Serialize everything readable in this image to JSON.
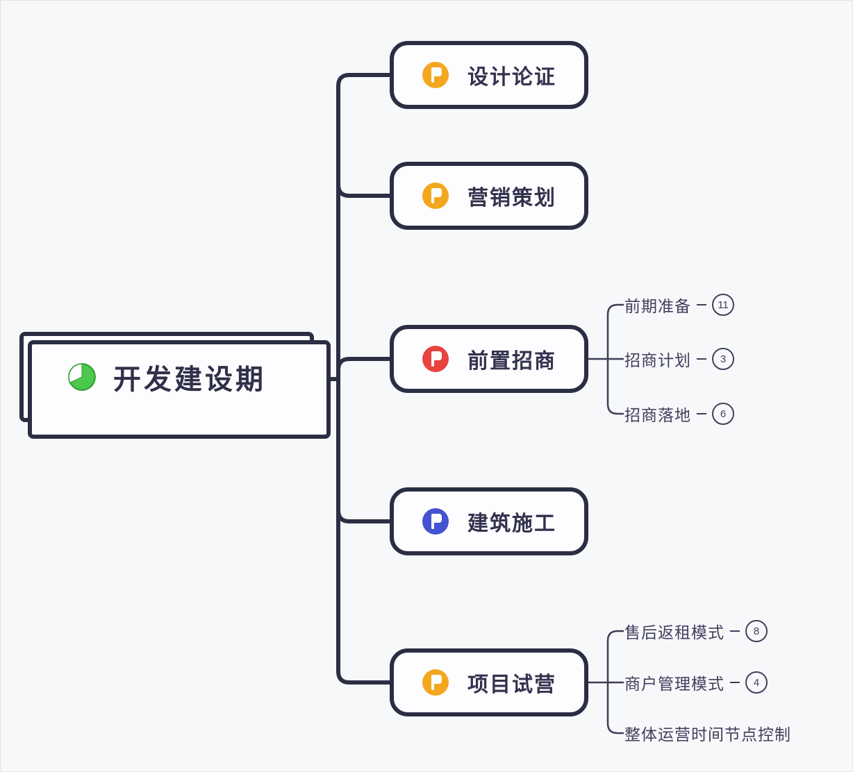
{
  "root": {
    "label": "开发建设期",
    "icon": "pie-chart-icon",
    "pie_color": "#4cc84c"
  },
  "branches": [
    {
      "label": "设计论证",
      "icon": "flag-icon",
      "flag_color": "#f2a71f",
      "children": []
    },
    {
      "label": "营销策划",
      "icon": "flag-icon",
      "flag_color": "#f2a71f",
      "children": []
    },
    {
      "label": "前置招商",
      "icon": "flag-icon",
      "flag_color": "#e8433e",
      "children": [
        {
          "label": "前期准备",
          "badge": "11"
        },
        {
          "label": "招商计划",
          "badge": "3"
        },
        {
          "label": "招商落地",
          "badge": "6"
        }
      ]
    },
    {
      "label": "建筑施工",
      "icon": "flag-icon",
      "flag_color": "#4453cf",
      "children": []
    },
    {
      "label": "项目试营",
      "icon": "flag-icon",
      "flag_color": "#f2a71f",
      "children": [
        {
          "label": "售后返租模式",
          "badge": "8"
        },
        {
          "label": "商户管理模式",
          "badge": "4"
        },
        {
          "label": "整体运营时间节点控制",
          "badge": ""
        }
      ]
    }
  ],
  "colors": {
    "main_line": "#2c2e43",
    "sub_line": "#3e3c58",
    "node_border": "#2b2d42",
    "text": "#33324e"
  }
}
